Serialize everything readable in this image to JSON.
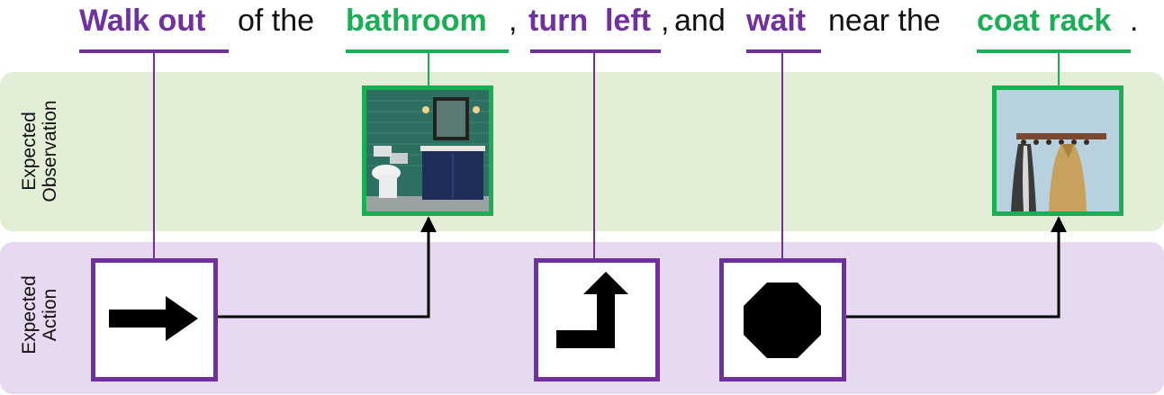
{
  "sentence": {
    "walk_out": "Walk out",
    "of_the": "of the",
    "bathroom": "bathroom",
    "comma1": ",",
    "turn_left": "turn  left",
    "comma2": ",",
    "and": "and",
    "wait": "wait",
    "near_the": "near the",
    "coat_rack": "coat rack",
    "period": "."
  },
  "rows": {
    "observation_line1": "Expected",
    "observation_line2": "Observation",
    "action_line1": "Expected",
    "action_line2": "Action"
  },
  "colors": {
    "action": "#7030a0",
    "observation": "#1aae55",
    "observation_band": "#e2eed6",
    "action_band": "#e6d9f0"
  },
  "icons": {
    "walk_out": "arrow-right-icon",
    "turn_left": "turn-left-arrow-icon",
    "wait": "octagon-stop-icon",
    "bathroom": "bathroom-photo",
    "coat_rack": "coat-rack-photo"
  }
}
